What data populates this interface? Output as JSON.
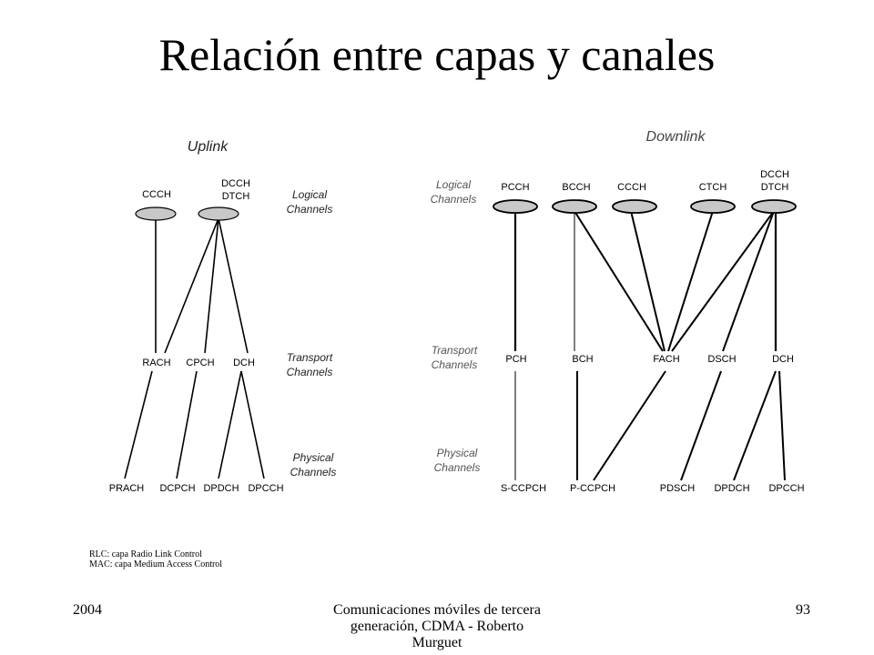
{
  "title": "Relación entre capas y canales",
  "uplink": {
    "header": "Uplink",
    "layer_labels": {
      "logical": [
        "Logical",
        "Channels"
      ],
      "transport": [
        "Transport",
        "Channels"
      ],
      "physical": [
        "Physical",
        "Channels"
      ]
    },
    "logical": [
      {
        "id": "ccch",
        "lines": [
          "CCCH"
        ]
      },
      {
        "id": "dcch",
        "lines": [
          "DCCH",
          "DTCH"
        ]
      }
    ],
    "transport": [
      "RACH",
      "CPCH",
      "DCH"
    ],
    "physical": [
      "PRACH",
      "DCPCH",
      "DPDCH",
      "DPCCH"
    ]
  },
  "downlink": {
    "header": "Downlink",
    "layer_labels": {
      "logical": [
        "Logical",
        "Channels"
      ],
      "transport": [
        "Transport",
        "Channels"
      ],
      "physical": [
        "Physical",
        "Channels"
      ]
    },
    "logical": [
      {
        "id": "pcch",
        "lines": [
          "PCCH"
        ]
      },
      {
        "id": "bcch",
        "lines": [
          "BCCH"
        ]
      },
      {
        "id": "ccch",
        "lines": [
          "CCCH"
        ]
      },
      {
        "id": "ctch",
        "lines": [
          "CTCH"
        ]
      },
      {
        "id": "dcch",
        "lines": [
          "DCCH",
          "DTCH"
        ]
      }
    ],
    "transport": [
      "PCH",
      "BCH",
      "FACH",
      "DSCH",
      "DCH"
    ],
    "physical": [
      "S-CCPCH",
      "P-CCPCH",
      "PDSCH",
      "DPDCH",
      "DPCCH"
    ]
  },
  "notes": [
    "RLC: capa Radio Link Control",
    "MAC: capa Medium Access Control"
  ],
  "footer": {
    "year": "2004",
    "center": [
      "Comunicaciones móviles de tercera",
      "generación, CDMA - Roberto",
      "Murguet"
    ],
    "page": "93"
  },
  "colors": {
    "ellipse_fill": "#c8c8c8",
    "line": "#000000"
  }
}
